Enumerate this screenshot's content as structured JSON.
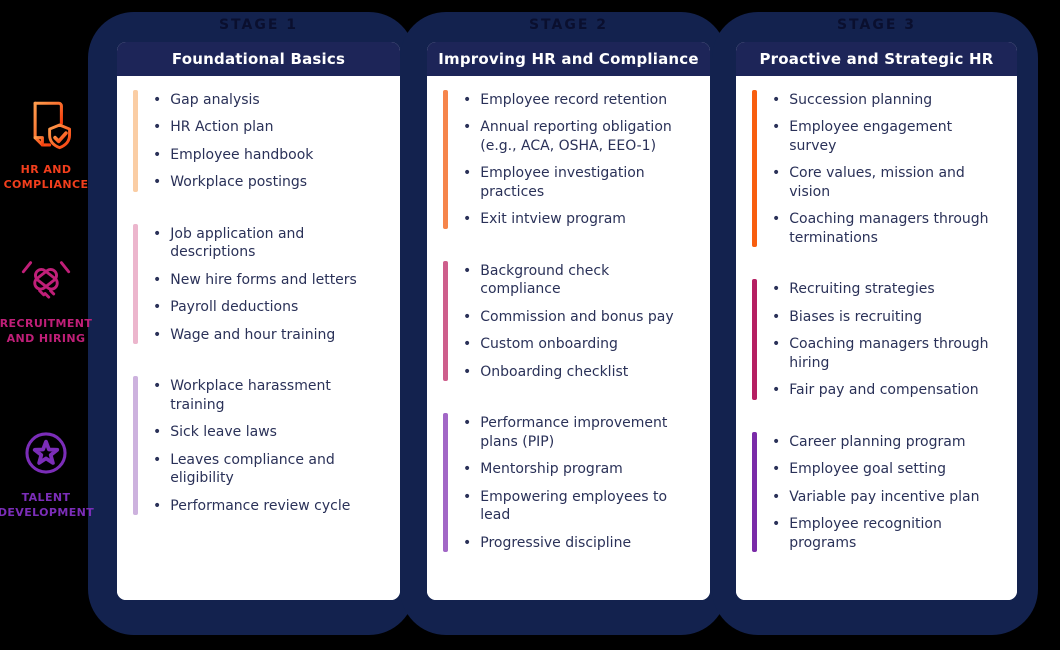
{
  "ui": {
    "bullet": "•"
  },
  "colors": {
    "background": "#000000",
    "blob_navy": "#13224E",
    "card_header_navy": "#1D2558",
    "card_background": "#FFFFFF",
    "body_text_navy": "#2A3158",
    "stage_label_text": "#0A0F2E",
    "hr_compliance_accent": "#F23E1C",
    "recruitment_accent": "#C01F78",
    "talent_accent": "#7B2DB8"
  },
  "categories": [
    {
      "label": "HR AND COMPLIANCE",
      "icon": "document-shield-check-icon",
      "color": "#F23E1C"
    },
    {
      "label": "RECRUITMENT AND HIRING",
      "icon": "handshake-icon",
      "color": "#C01F78"
    },
    {
      "label": "TALENT DEVELOPMENT",
      "icon": "star-badge-icon",
      "color": "#7B2DB8"
    }
  ],
  "stages": [
    {
      "stage_label": "STAGE 1",
      "title": "Foundational Basics",
      "groups": [
        {
          "bar_color": "#FACDA4",
          "items": [
            "Gap analysis",
            "HR Action plan",
            "Employee handbook",
            "Workplace postings"
          ]
        },
        {
          "bar_color": "#ECB6CD",
          "items": [
            "Job application and descriptions",
            "New hire forms and letters",
            "Payroll deductions",
            "Wage and hour training"
          ]
        },
        {
          "bar_color": "#CDB2DE",
          "items": [
            "Workplace harassment training",
            "Sick leave laws",
            "Leaves compliance and eligibility",
            "Performance review cycle"
          ]
        }
      ]
    },
    {
      "stage_label": "STAGE 2",
      "title": "Improving HR and Compliance",
      "groups": [
        {
          "bar_color": "#F6854B",
          "items": [
            "Employee record retention",
            "Annual reporting obligation (e.g., ACA, OSHA, EEO-1)",
            "Employee investigation practices",
            "Exit intview program"
          ]
        },
        {
          "bar_color": "#CE5E8C",
          "items": [
            "Background check compliance",
            "Commission and bonus pay",
            "Custom onboarding",
            "Onboarding checklist"
          ]
        },
        {
          "bar_color": "#A267C6",
          "items": [
            "Performance improvement plans (PIP)",
            "Mentorship program",
            "Empowering employees to lead",
            "Progressive discipline"
          ]
        }
      ]
    },
    {
      "stage_label": "STAGE 3",
      "title": "Proactive and Strategic HR",
      "groups": [
        {
          "bar_color": "#F85E0F",
          "items": [
            "Succession planning",
            "Employee engagement survey",
            "Core values, mission and vision",
            "Coaching managers through terminations"
          ]
        },
        {
          "bar_color": "#B51F62",
          "items": [
            "Recruiting strategies",
            "Biases is recruiting",
            "Coaching managers through hiring",
            "Fair pay and compensation"
          ]
        },
        {
          "bar_color": "#7A2BA8",
          "items": [
            "Career planning program",
            "Employee goal setting",
            "Variable pay incentive plan",
            "Employee recognition programs"
          ]
        }
      ]
    }
  ]
}
